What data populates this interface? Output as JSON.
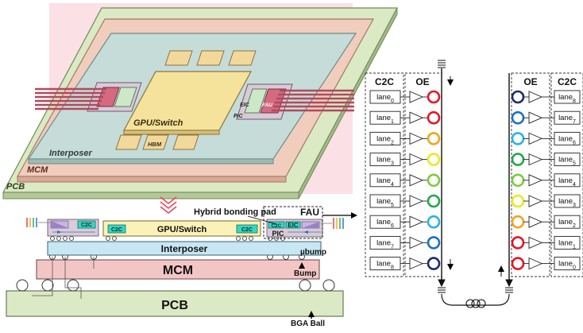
{
  "iso": {
    "gpu": "GPU/Switch",
    "hbm": "HBM",
    "interposer": "Interposer",
    "mcm": "MCM",
    "pcb": "PCB",
    "eic": "EIC",
    "fau": "FAU",
    "pic": "PIC"
  },
  "cross": {
    "gpu": "GPU/Switch",
    "c2c": "C2C",
    "eic": "EIC",
    "pic": "PIC",
    "fau": "FAU",
    "hybrid_pad": "Hybrid bonding pad",
    "ubump": "µbump",
    "interposer": "Interposer",
    "mcm": "MCM",
    "bump": "Bump",
    "pcb": "PCB",
    "bga": "BGA Ball"
  },
  "schematic": {
    "left_header_c2c": "C2C",
    "left_header_oe": "OE",
    "right_header_oe": "OE",
    "right_header_c2c": "C2C",
    "left_lanes": [
      {
        "name": "lane",
        "sub": "0",
        "ring": "#e6152a"
      },
      {
        "name": "lane",
        "sub": "1",
        "ring": "#e6152a"
      },
      {
        "name": "lane",
        "sub": "2",
        "ring": "#f2a51a"
      },
      {
        "name": "lane",
        "sub": "3",
        "ring": "#eaea1e"
      },
      {
        "name": "lane",
        "sub": "4",
        "ring": "#7ccb3a"
      },
      {
        "name": "lane",
        "sub": "5",
        "ring": "#22a84c"
      },
      {
        "name": "lane",
        "sub": "6",
        "ring": "#28b4e6"
      },
      {
        "name": "lane",
        "sub": "7",
        "ring": "#1c6fc8"
      },
      {
        "name": "lane",
        "sub": "8",
        "ring": "#1b2d6e"
      }
    ],
    "right_lanes": [
      {
        "name": "lane",
        "sub": "8",
        "ring": "#1b2d6e"
      },
      {
        "name": "lane",
        "sub": "7",
        "ring": "#1c6fc8"
      },
      {
        "name": "lane",
        "sub": "6",
        "ring": "#28b4e6"
      },
      {
        "name": "lane",
        "sub": "5",
        "ring": "#22a84c"
      },
      {
        "name": "lane",
        "sub": "4",
        "ring": "#7ccb3a"
      },
      {
        "name": "lane",
        "sub": "3",
        "ring": "#eaea1e"
      },
      {
        "name": "lane",
        "sub": "2",
        "ring": "#f2a51a"
      },
      {
        "name": "lane",
        "sub": "1",
        "ring": "#e6152a"
      },
      {
        "name": "lane",
        "sub": "0",
        "ring": "#e6152a"
      }
    ]
  }
}
